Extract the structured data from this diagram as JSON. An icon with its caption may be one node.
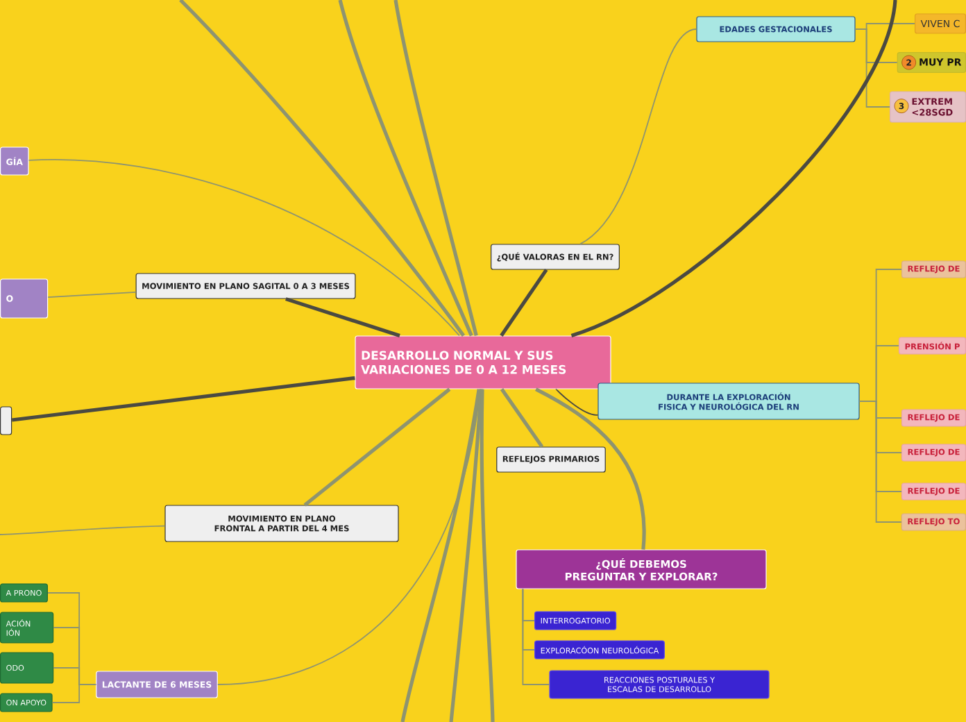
{
  "diagram": {
    "nodes": [
      {
        "text": [
          "DESARROLLO NORMAL Y SUS VARIACIONES DE 0 A 12 MESES"
        ]
      },
      {
        "text": [
          "¿QUÉ VALORAS EN EL RN?"
        ]
      },
      {
        "text": [
          "EDADES GESTACIONALES"
        ]
      },
      {
        "text": [
          "VIVEN C"
        ]
      },
      {
        "text": [
          "2",
          "MUY PR"
        ]
      },
      {
        "text": [
          "3",
          "EXTREM <28SGD"
        ]
      },
      {
        "text": [
          "DURANTE LA EXPLORACIÓN FISICA Y NEUROLÓGICA DEL RN"
        ]
      },
      {
        "text": [
          "REFLEJO DE"
        ]
      },
      {
        "text": [
          "PRENSIÓN P"
        ]
      },
      {
        "text": [
          "REFLEJO DE"
        ]
      },
      {
        "text": [
          "REFLEJO DE"
        ]
      },
      {
        "text": [
          "REFLEJO DE"
        ]
      },
      {
        "text": [
          "REFLEJO TO"
        ]
      },
      {
        "text": [
          "REFLEJOS PRIMARIOS"
        ]
      },
      {
        "text": [
          "¿QUÉ DEBEMOS PREGUNTAR Y EXPLORAR?"
        ]
      },
      {
        "text": [
          "INTERROGATORIO"
        ]
      },
      {
        "text": [
          "EXPLORACÓON NEUROLÓGICA"
        ]
      },
      {
        "text": [
          "REACCIONES POSTURALES Y ESCALAS DE DESARROLLO"
        ]
      },
      {
        "text": [
          "MOVIMIENTO EN PLANO SAGITAL 0 A 3 MESES"
        ]
      },
      {
        "text": [
          "MOVIMIENTO EN PLANO FRONTAL A PARTIR DEL 4 MES"
        ]
      },
      {
        "text": [
          "GÍA"
        ]
      },
      {
        "text": [
          "O"
        ]
      },
      {
        "text": [],
        "shape": "box"
      },
      {
        "text": [
          "LACTANTE DE 6 MESES"
        ]
      },
      {
        "text": [
          "A PRONO"
        ]
      },
      {
        "text": [
          "ACIÓN IÓN"
        ]
      },
      {
        "text": [
          "ODO"
        ]
      },
      {
        "text": [
          "ON APOYO"
        ]
      }
    ],
    "edges": [
      {
        "from": 0,
        "to": 1,
        "arrow": "none",
        "style": "thick",
        "color": "#4b4a42"
      },
      {
        "from": 1,
        "to": 2,
        "arrow": "none"
      },
      {
        "from": 2,
        "to": 3,
        "arrow": "none"
      },
      {
        "from": 2,
        "to": 4,
        "arrow": "none"
      },
      {
        "from": 2,
        "to": 5,
        "arrow": "none"
      },
      {
        "from": 0,
        "to": 6,
        "arrow": "none",
        "color": "#4b4a42"
      },
      {
        "from": 6,
        "to": 7,
        "arrow": "none"
      },
      {
        "from": 6,
        "to": 8,
        "arrow": "none"
      },
      {
        "from": 6,
        "to": 9,
        "arrow": "none"
      },
      {
        "from": 6,
        "to": 10,
        "arrow": "none"
      },
      {
        "from": 6,
        "to": 11,
        "arrow": "none"
      },
      {
        "from": 6,
        "to": 12,
        "arrow": "none"
      },
      {
        "from": 0,
        "to": 13,
        "arrow": "none",
        "style": "thick"
      },
      {
        "from": 0,
        "to": 14,
        "arrow": "none",
        "style": "thick"
      },
      {
        "from": 14,
        "to": 15,
        "arrow": "none"
      },
      {
        "from": 14,
        "to": 16,
        "arrow": "none"
      },
      {
        "from": 14,
        "to": 17,
        "arrow": "none"
      },
      {
        "from": 0,
        "to": 18,
        "arrow": "none",
        "style": "thick",
        "color": "#4b4a42"
      },
      {
        "from": 18,
        "to": 21,
        "arrow": "none"
      },
      {
        "from": 0,
        "to": 19,
        "arrow": "none",
        "style": "thick"
      },
      {
        "from": 0,
        "to": 20,
        "arrow": "none"
      },
      {
        "from": 0,
        "to": 22,
        "arrow": "none",
        "style": "thick",
        "color": "#4b4a42"
      },
      {
        "from": 0,
        "to": 23,
        "arrow": "none"
      },
      {
        "from": 23,
        "to": 24,
        "arrow": "none"
      },
      {
        "from": 23,
        "to": 25,
        "arrow": "none"
      },
      {
        "from": 23,
        "to": 26,
        "arrow": "none"
      },
      {
        "from": 23,
        "to": 27,
        "arrow": "none"
      },
      {
        "from": 19,
        "to": null,
        "arrow": "none"
      },
      {
        "from": 0,
        "to": null,
        "arrow": "none",
        "style": "thick"
      },
      {
        "from": 0,
        "to": null,
        "arrow": "none",
        "style": "thick"
      },
      {
        "from": 0,
        "to": null,
        "arrow": "none",
        "style": "thick"
      },
      {
        "from": 0,
        "to": null,
        "arrow": "none",
        "style": "thick",
        "color": "#4b4a42"
      },
      {
        "from": 0,
        "to": null,
        "arrow": "none",
        "style": "thick"
      },
      {
        "from": 0,
        "to": null,
        "arrow": "none",
        "style": "thick"
      },
      {
        "from": 0,
        "to": null,
        "arrow": "none",
        "style": "thick"
      }
    ]
  }
}
